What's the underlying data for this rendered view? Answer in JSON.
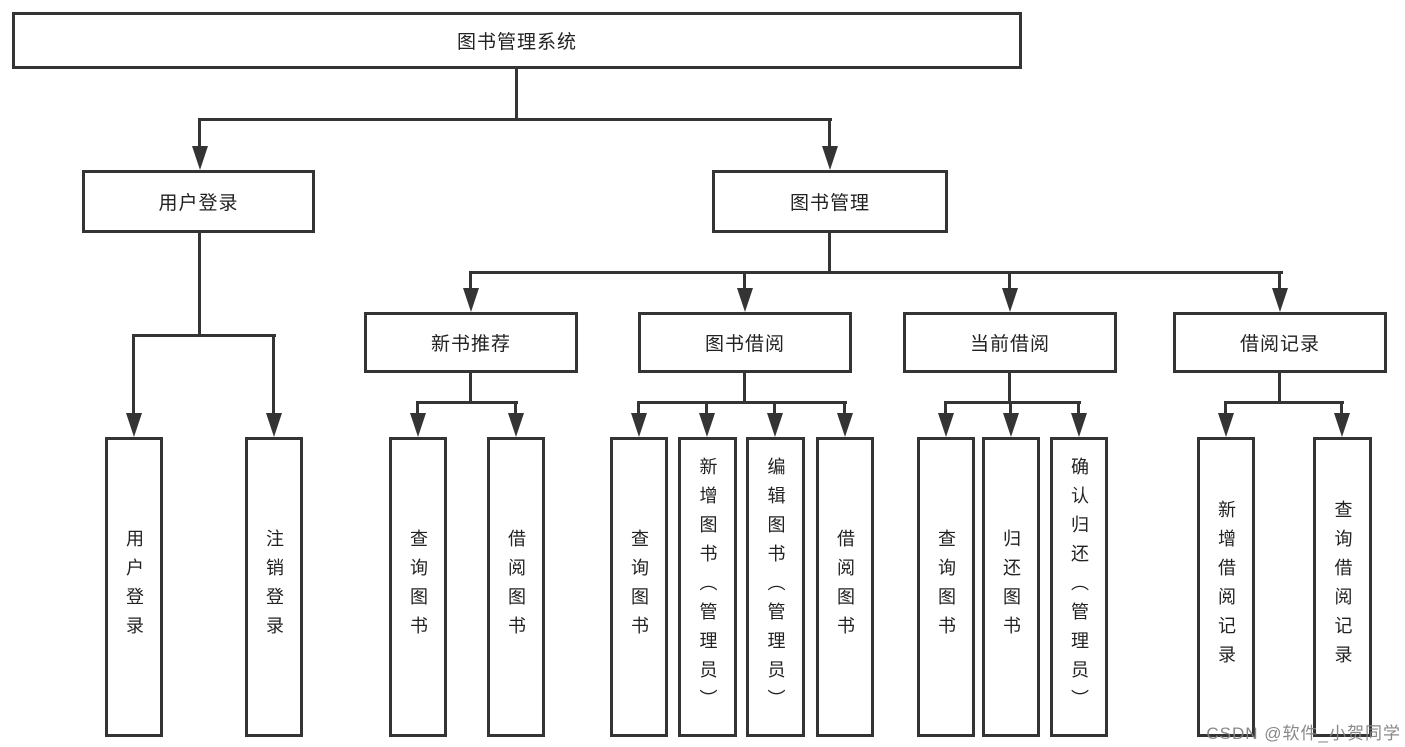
{
  "tree": {
    "label": "图书管理系统",
    "children": [
      {
        "label": "用户登录",
        "children": [
          {
            "label": "用户登录"
          },
          {
            "label": "注销登录"
          }
        ]
      },
      {
        "label": "图书管理",
        "children": [
          {
            "label": "新书推荐",
            "children": [
              {
                "label": "查询图书"
              },
              {
                "label": "借阅图书"
              }
            ]
          },
          {
            "label": "图书借阅",
            "children": [
              {
                "label": "查询图书"
              },
              {
                "label": "新增图书（管理员）"
              },
              {
                "label": "编辑图书（管理员）"
              },
              {
                "label": "借阅图书"
              }
            ]
          },
          {
            "label": "当前借阅",
            "children": [
              {
                "label": "查询图书"
              },
              {
                "label": "归还图书"
              },
              {
                "label": "确认归还（管理员）"
              }
            ]
          },
          {
            "label": "借阅记录",
            "children": [
              {
                "label": "新增借阅记录"
              },
              {
                "label": "查询借阅记录"
              }
            ]
          }
        ]
      }
    ]
  },
  "watermark": {
    "text": "CSDN @软件_小贺同学"
  },
  "colors": {
    "stroke": "#343434",
    "text": "#222222",
    "background": "#ffffff",
    "watermark": "#828282"
  }
}
